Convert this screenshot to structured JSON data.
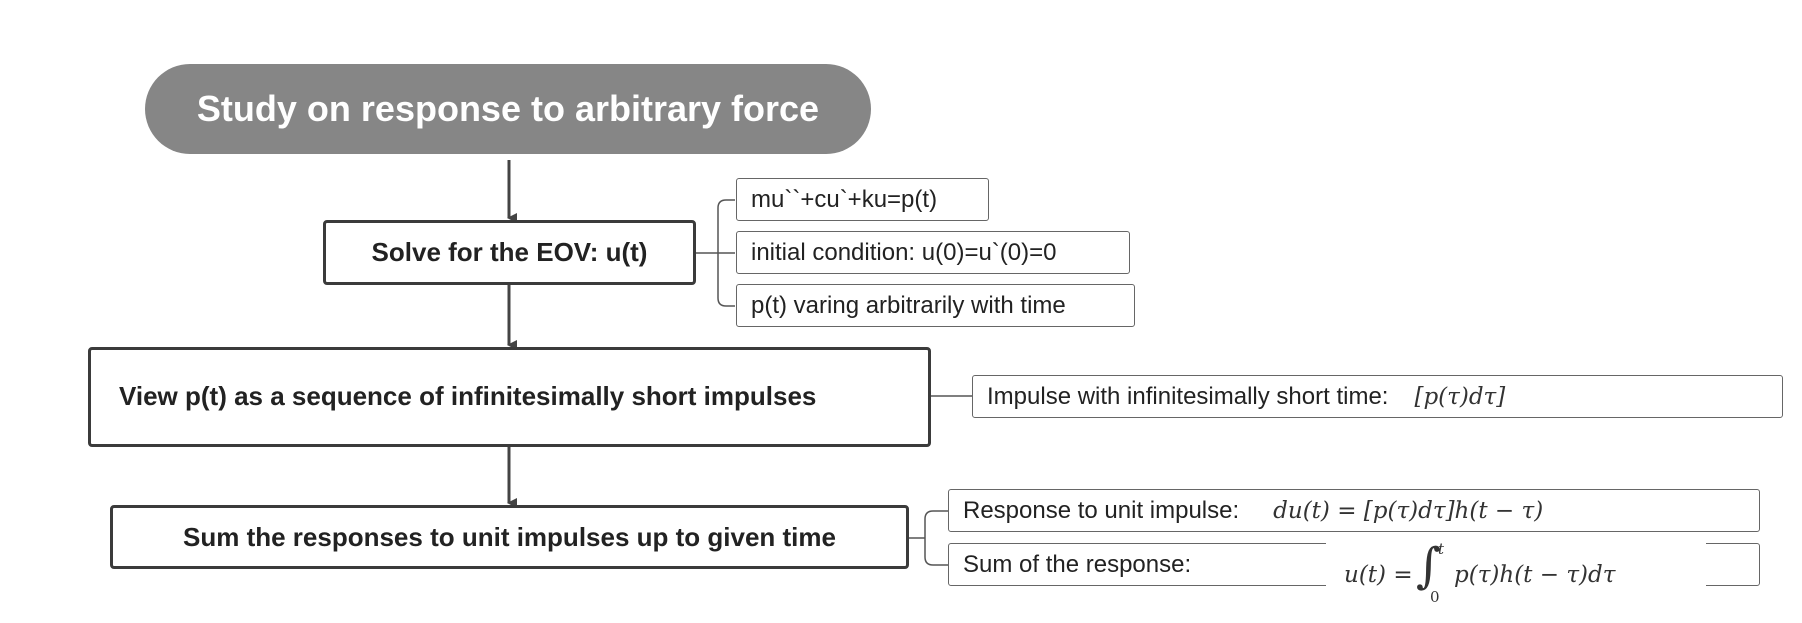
{
  "title": "Study on response to arbitrary force",
  "steps": [
    "Solve for the EOV: u(t)",
    "View p(t) as a sequence of infinitesimally short impulses",
    "Sum the responses to unit impulses up to given time"
  ],
  "eov_notes": [
    "mu``+cu`+ku=p(t)",
    "initial condition: u(0)=u`(0)=0",
    "p(t) varing arbitrarily with time"
  ],
  "impulse_note": {
    "label": "Impulse with infinitesimally short time:",
    "formula": "[p(τ)dτ]"
  },
  "sum_notes": [
    {
      "label": "Response to unit impulse:",
      "formula": "du(t) = [p(τ)dτ]h(t − τ)"
    },
    {
      "label": "Sum of the response:",
      "formula_lhs": "u(t) =",
      "integral_upper": "t",
      "integral_lower": "0",
      "formula_rhs": "p(τ)h(t − τ)dτ"
    }
  ],
  "colors": {
    "title_fill": "#868686",
    "box_border": "#3b3b3b",
    "note_border": "#666666",
    "connector": "#444444"
  }
}
